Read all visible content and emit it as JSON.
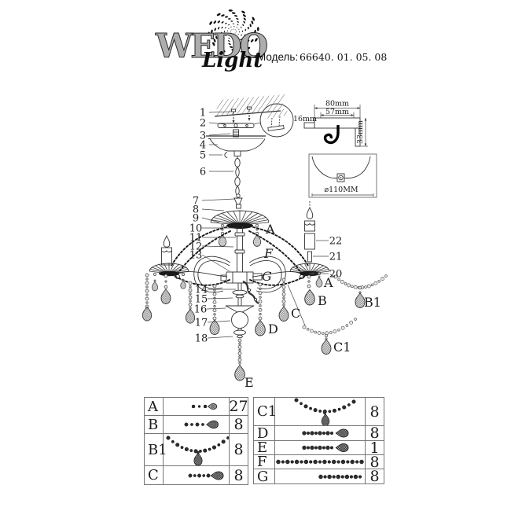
{
  "header": {
    "brand_word": "WEDO",
    "brand_script": "Light",
    "model_label": "Модель:",
    "model_number": "66640. 01. 05. 08"
  },
  "diagram": {
    "callouts_left": [
      "1",
      "2",
      "3",
      "4",
      "5",
      "6",
      "7",
      "8",
      "9",
      "10",
      "11",
      "12",
      "13",
      "14",
      "15",
      "16",
      "17",
      "18"
    ],
    "callouts_right": [
      "22",
      "21",
      "20"
    ],
    "labels": {
      "crown_drop": "A",
      "festoon_long": "F",
      "festoon_short": "G",
      "arm_drop_small": "A",
      "arm_drop_large": "B",
      "garland_b1": "B1",
      "strand_c": "C",
      "garland_c1": "C1",
      "strand_d": "D",
      "bottom_drop": "E"
    }
  },
  "mounting_detail": {
    "outer_width": "80mm",
    "inner_width": "57mm",
    "tab_width": "16mm",
    "height": "33mm",
    "cup_diameter": "⌀110MM"
  },
  "parts_table": {
    "left_rows": [
      {
        "label": "A",
        "count": "27",
        "icon": "bead-chain-small-drop"
      },
      {
        "label": "B",
        "count": "8",
        "icon": "bead-chain-drop"
      },
      {
        "label": "B1",
        "count": "8",
        "icon": "bead-garland-pendant"
      },
      {
        "label": "C",
        "count": "8",
        "icon": "bead-chain-drop"
      }
    ],
    "right_rows": [
      {
        "label": "C1",
        "count": "8",
        "icon": "bead-garland-pendant"
      },
      {
        "label": "D",
        "count": "8",
        "icon": "bead-chain-drop"
      },
      {
        "label": "E",
        "count": "1",
        "icon": "bead-chain-drop"
      },
      {
        "label": "F",
        "count": "8",
        "icon": "bead-strand"
      },
      {
        "label": "G",
        "count": "8",
        "icon": "bead-strand"
      }
    ]
  }
}
